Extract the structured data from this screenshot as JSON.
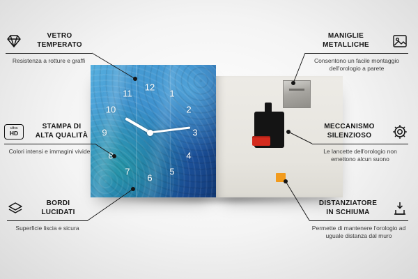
{
  "colors": {
    "clock_blue": "#2e7fc2",
    "spacer_orange": "#f29b1d",
    "battery_red": "#d42b1e",
    "callout_line": "#1a1a1a"
  },
  "clock": {
    "numbers": [
      "12",
      "1",
      "2",
      "3",
      "4",
      "5",
      "6",
      "7",
      "8",
      "9",
      "10",
      "11"
    ]
  },
  "callouts": {
    "vetro": {
      "icon": "diamond-icon",
      "line1": "VETRO",
      "line2": "TEMPERATO",
      "desc": "Resistenza a rotture e graffi"
    },
    "stampa": {
      "icon": "ultra-hd-icon",
      "badge_top": "ultra",
      "badge_bottom": "HD",
      "line1": "STAMPA DI",
      "line2": "ALTA QUALITÀ",
      "desc": "Colori intensi e immagini vivide"
    },
    "bordi": {
      "icon": "layers-icon",
      "line1": "BORDI",
      "line2": "LUCIDATI",
      "desc": "Superficie liscia e sicura"
    },
    "maniglie": {
      "icon": "picture-frame-icon",
      "line1": "MANIGLIE",
      "line2": "METALLICHE",
      "desc": "Consentono un facile montaggio dell'orologio a parete"
    },
    "meccanismo": {
      "icon": "gear-icon",
      "line1": "MECCANISMO",
      "line2": "SILENZIOSO",
      "desc": "Le lancette dell'orologio non emettono alcun suono"
    },
    "distanziatore": {
      "icon": "wall-spacer-icon",
      "line1": "DISTANZIATORE",
      "line2": "IN SCHIUMA",
      "desc": "Permette di mantenere l'orologio ad uguale distanza dal muro"
    }
  }
}
